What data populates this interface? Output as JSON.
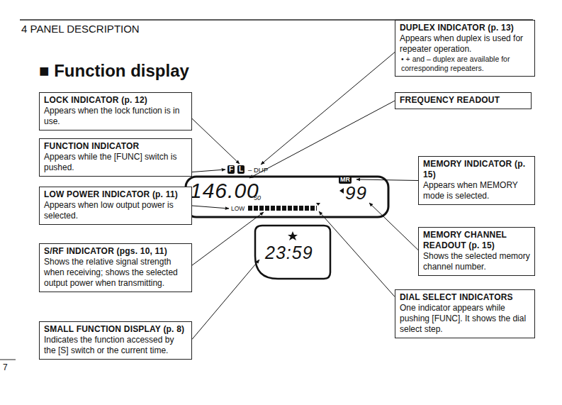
{
  "diagram": {
    "title": "■ Function display",
    "nodes": [
      {
        "text": [
          "LOCK INDICATOR (p. 12)",
          "Appears when the lock function is in use."
        ]
      },
      {
        "text": [
          "FUNCTION INDICATOR",
          "Appears while the [FUNC] switch is pushed."
        ]
      },
      {
        "text": [
          "LOW POWER INDICATOR (p. 11)",
          "Appears when low output power is selected."
        ]
      },
      {
        "text": [
          "S/RF INDICATOR (pgs. 10, 11)",
          "Shows the relative signal strength when receiving; shows the selected output power when transmitting."
        ]
      },
      {
        "text": [
          "SMALL FUNCTION DISPLAY (p. 8)",
          "Indicates the function accessed by the [S] switch or the current time."
        ]
      },
      {
        "text": [
          "DUPLEX INDICATOR (p. 13)",
          "Appears when duplex is used for repeater operation.",
          "• + and – duplex are available for corresponding repeaters."
        ]
      },
      {
        "text": [
          "FREQUENCY READOUT"
        ]
      },
      {
        "text": [
          "MEMORY INDICATOR (p. 15)",
          "Appears when MEMORY mode is selected."
        ]
      },
      {
        "text": [
          "MEMORY CHANNEL READOUT (p. 15)",
          "Shows the selected memory channel number."
        ]
      },
      {
        "text": [
          "DIAL SELECT INDICATORS",
          "One indicator appears while pushing [FUNC]. It shows the dial select step."
        ]
      }
    ],
    "labels": [
      "4 PANEL DESCRIPTION",
      "7",
      "F",
      "L",
      "– DUP",
      "146.00",
      "50",
      "MR",
      "99",
      "LOW",
      "23:59"
    ]
  }
}
